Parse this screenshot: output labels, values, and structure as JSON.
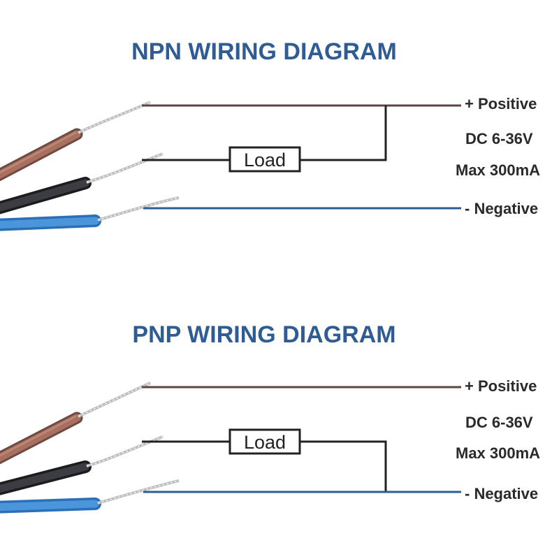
{
  "colors": {
    "title": "#2f5d93",
    "brown_wire": "#5a4540",
    "black_wire": "#222222",
    "blue_wire": "#2f5d93",
    "brown_insulation": "#9a6a5c",
    "black_insulation": "#333438",
    "blue_insulation": "#3f86cf",
    "strands": "#c9c9c9"
  },
  "npn": {
    "title": "NPN WIRING DIAGRAM",
    "load_label": "Load",
    "positive_label": "+ Positive",
    "voltage_label": "DC 6-36V",
    "current_label": "Max 300mA",
    "negative_label": "- Negative"
  },
  "pnp": {
    "title": "PNP WIRING DIAGRAM",
    "load_label": "Load",
    "positive_label": "+ Positive",
    "voltage_label": "DC 6-36V",
    "current_label": "Max 300mA",
    "negative_label": "- Negative"
  }
}
